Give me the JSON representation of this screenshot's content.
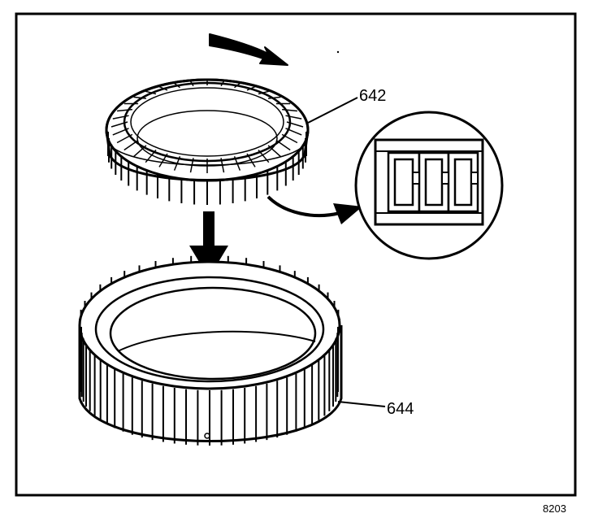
{
  "figure": {
    "part_labels": [
      {
        "id": "642",
        "text": "642"
      },
      {
        "id": "644",
        "text": "644"
      }
    ],
    "figure_number": "8203",
    "colors": {
      "line": "#000000",
      "background": "#ffffff"
    }
  }
}
